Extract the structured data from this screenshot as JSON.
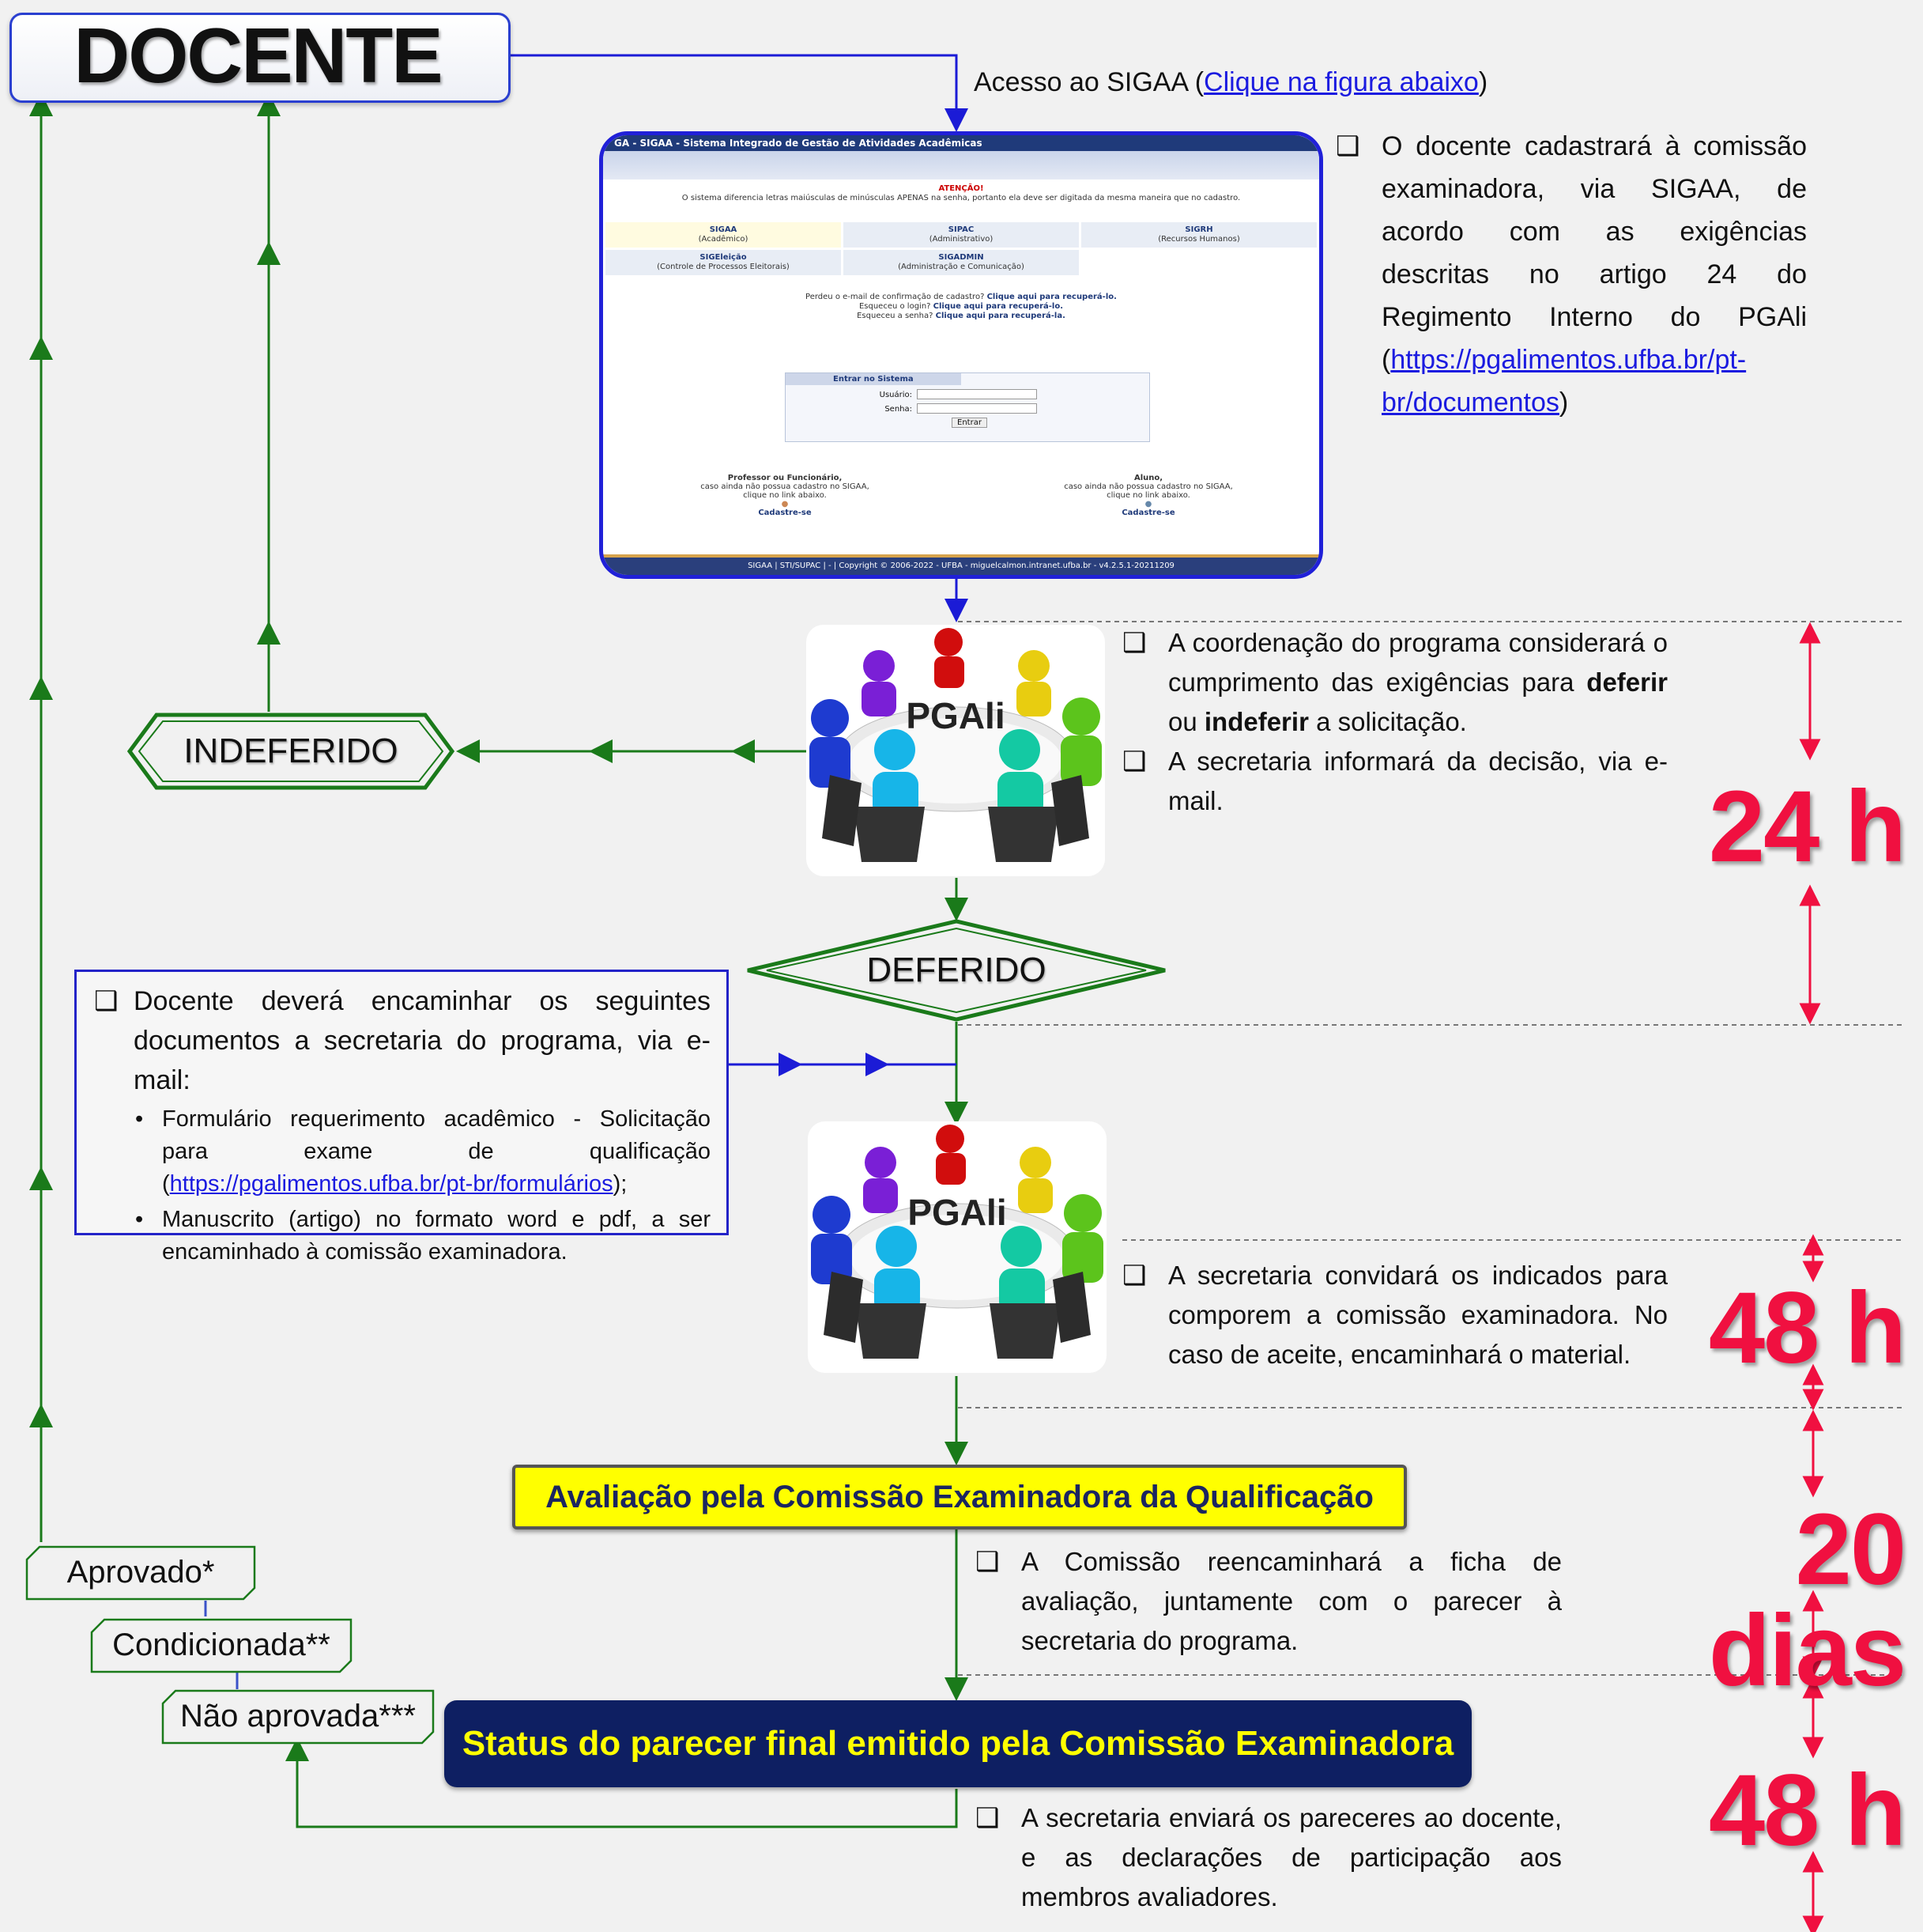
{
  "header": {
    "title": "DOCENTE"
  },
  "access": {
    "prefix": "Acesso ao SIGAA (",
    "link": "Clique na figura abaixo",
    "suffix": ")"
  },
  "sigaa": {
    "title": "GA - SIGAA -   Sistema Integrado de Gestão de Atividades Acadêmicas",
    "warning_title": "ATENÇÃO!",
    "warning_text": "O sistema diferencia letras maiúsculas de minúsculas APENAS na senha, portanto ela deve ser digitada da mesma maneira que no cadastro.",
    "modules": [
      {
        "name": "SIGAA",
        "desc": "(Acadêmico)"
      },
      {
        "name": "SIPAC",
        "desc": "(Administrativo)"
      },
      {
        "name": "SIGRH",
        "desc": "(Recursos Humanos)"
      },
      {
        "name": "SIGEleição",
        "desc": "(Controle de Processos Eleitorais)"
      },
      {
        "name": "SIGADMIN",
        "desc": "(Administração e Comunicação)"
      }
    ],
    "recover": [
      {
        "text": "Perdeu o e-mail de confirmação de cadastro?",
        "link": "Clique aqui para recuperá-lo."
      },
      {
        "text": "Esqueceu o login?",
        "link": "Clique aqui para recuperá-lo."
      },
      {
        "text": "Esqueceu a senha?",
        "link": "Clique aqui para recuperá-la."
      }
    ],
    "login": {
      "title": "Entrar no Sistema",
      "user_label": "Usuário:",
      "pass_label": "Senha:",
      "button": "Entrar"
    },
    "professor": {
      "title": "Professor ou Funcionário,",
      "text": "caso ainda não possua cadastro no SIGAA, clique no link abaixo.",
      "link": "Cadastre-se"
    },
    "aluno": {
      "title": "Aluno,",
      "text": "caso ainda não possua cadastro no SIGAA, clique no link abaixo.",
      "link": "Cadastre-se"
    },
    "footer": "SIGAA | STI/SUPAC | - | Copyright © 2006-2022 - UFBA - miguelcalmon.intranet.ufba.br - v4.2.5.1-20211209"
  },
  "step1": {
    "text": "O docente cadastrará à comissão examinadora, via SIGAA, de acordo com as exigências descritas no artigo 24 do Regimento Interno do PGAli (",
    "link": "https://pgalimentos.ufba.br/pt-br/documentos",
    "suffix": ")"
  },
  "meeting_label": "PGAli",
  "step2": {
    "p1_a": "A coordenação do programa considerará o cumprimento das exigências para ",
    "p1_b": "deferir",
    "p1_c": " ou ",
    "p1_d": "indeferir",
    "p1_e": " a solicitação.",
    "p2": "A secretaria informará da decisão, via e-mail."
  },
  "indeferido": "INDEFERIDO",
  "deferido": "DEFERIDO",
  "docs": {
    "intro": "Docente deverá encaminhar os seguintes documentos a secretaria do programa, via e-mail:",
    "item1_a": "Formulário requerimento acadêmico - Solicitação para exame de qualificação (",
    "item1_link": "https://pgalimentos.ufba.br/pt-br/formulários",
    "item1_b": ");",
    "item2": "Manuscrito (artigo) no formato word e pdf, a ser encaminhado à comissão examinadora."
  },
  "step3": {
    "text": "A secretaria convidará os indicados para comporem a comissão examinadora. No caso de aceite, encaminhará o material."
  },
  "evaluation": "Avaliação pela Comissão Examinadora da Qualificação",
  "step4": {
    "text": "A Comissão reencaminhará a ficha de avaliação, juntamente com o parecer à secretaria do programa."
  },
  "status": "Status do parecer final emitido pela Comissão Examinadora",
  "step5": {
    "text": "A secretaria enviará os pareceres ao docente, e as declarações de participação aos membros avaliadores."
  },
  "outcomes": [
    "Aprovado*",
    "Condicionada**",
    "Não aprovada***"
  ],
  "timing": [
    "24 h",
    "48 h",
    "20 dias",
    "48 h"
  ],
  "colors": {
    "green": "#1a7a1a",
    "blue": "#1b1bd6",
    "red": "#f01040",
    "navy": "#0e1f62",
    "yellow": "#ffff00"
  }
}
